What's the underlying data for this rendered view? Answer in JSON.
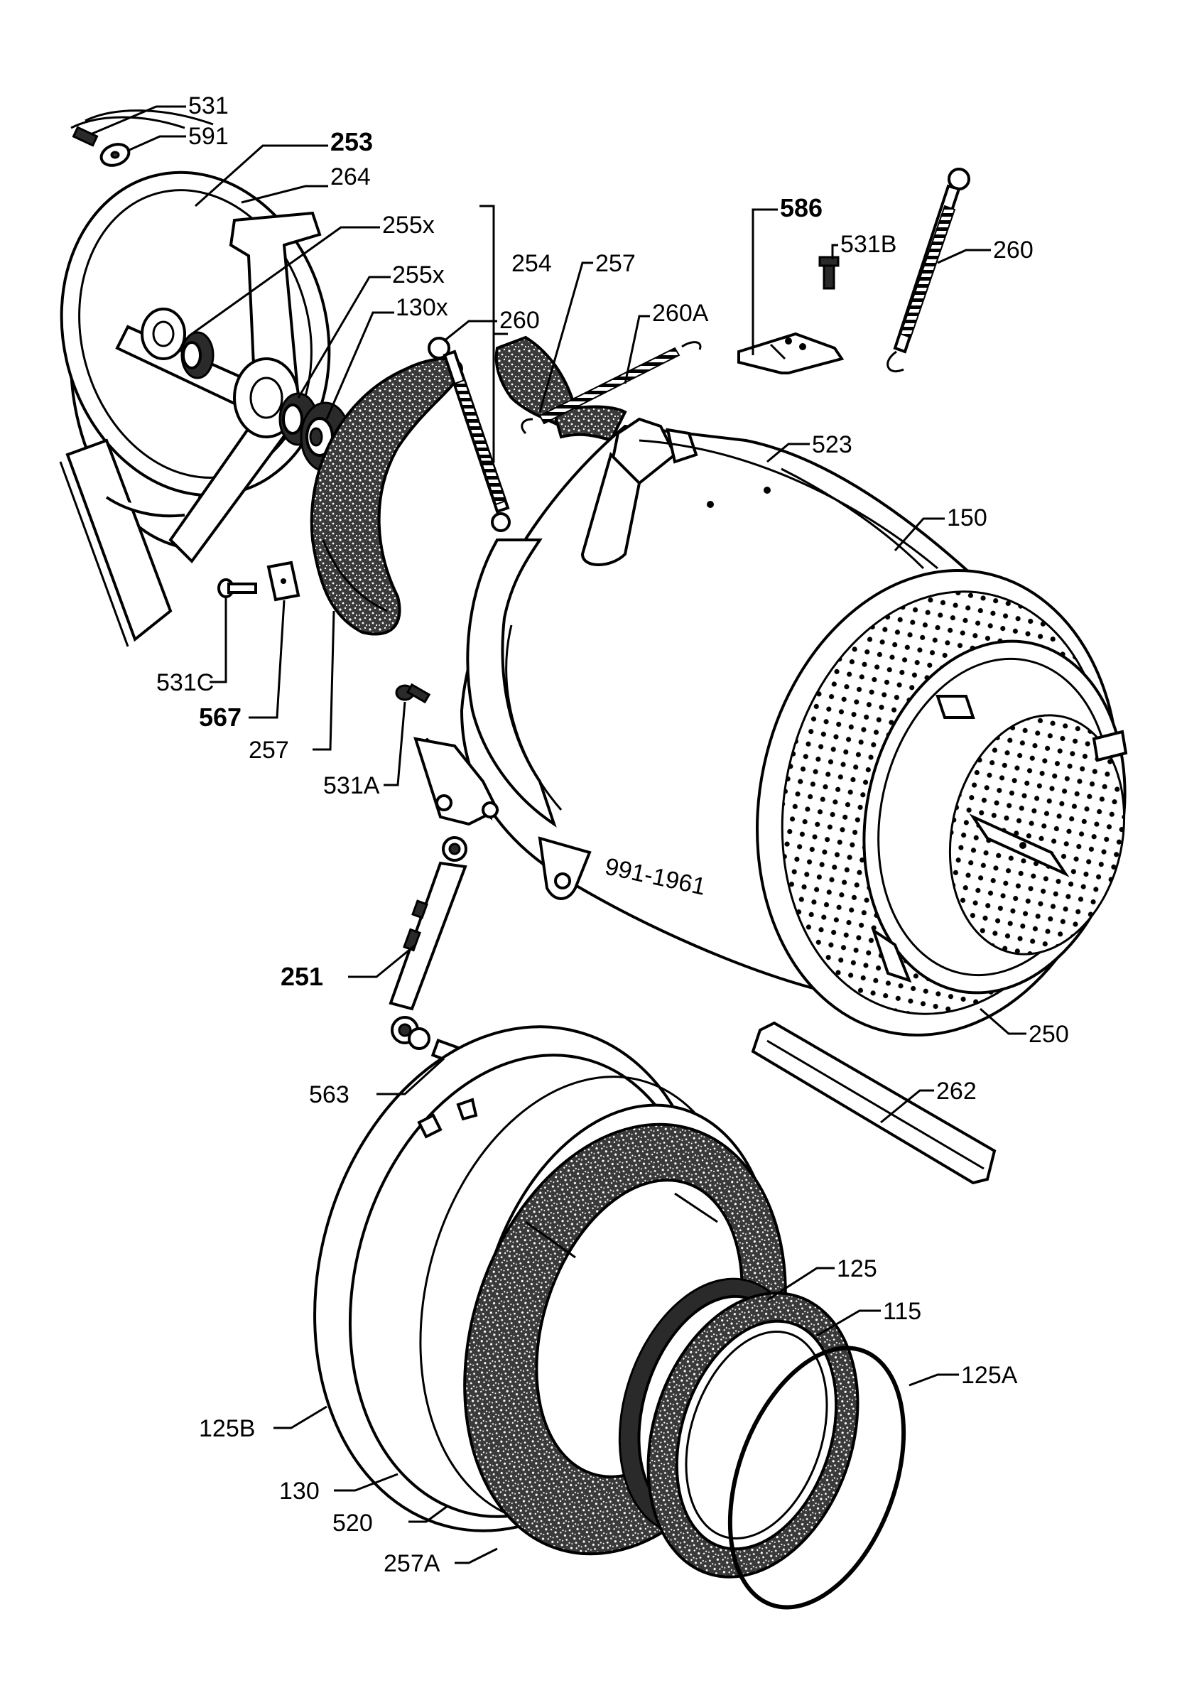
{
  "labels": {
    "l531": "531",
    "l591": "591",
    "l253": "253",
    "l264": "264",
    "l255x_a": "255x",
    "l255x_b": "255x",
    "l130x": "130x",
    "l254": "254",
    "l260_a": "260",
    "l257_top": "257",
    "l260A": "260A",
    "l586": "586",
    "l531B": "531B",
    "l260_b": "260",
    "l523": "523",
    "l150": "150",
    "l531C": "531C",
    "l567": "567",
    "l257_left": "257",
    "l531A": "531A",
    "l251": "251",
    "l250": "250",
    "l262": "262",
    "l563": "563",
    "l125": "125",
    "l115": "115",
    "l125A": "125A",
    "l125B": "125B",
    "l130": "130",
    "l520": "520",
    "l257A": "257A",
    "stamp": "991-1961"
  }
}
